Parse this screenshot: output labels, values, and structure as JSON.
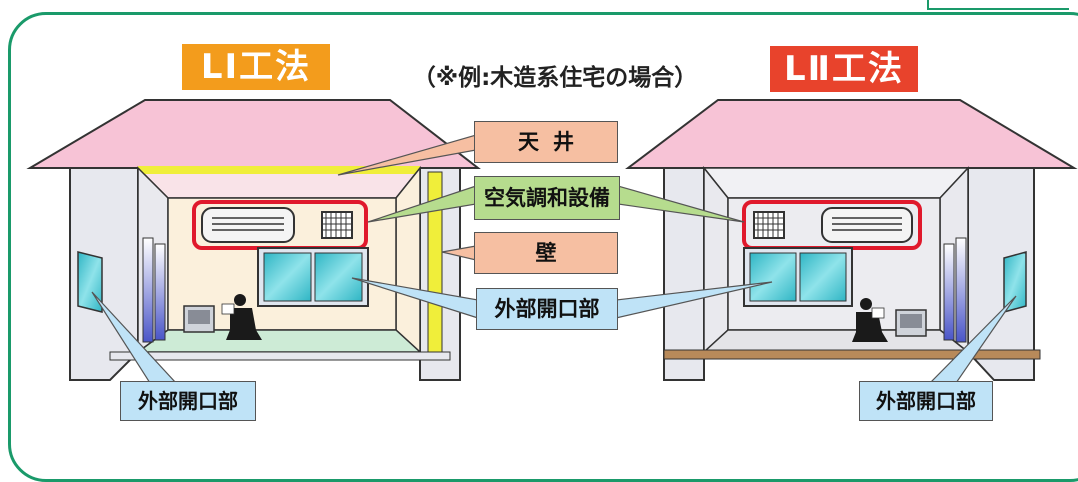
{
  "header": {
    "method_l1": "LⅠ工法",
    "method_l2": "LⅡ工法",
    "example_note": "（※例:木造系住宅の場合）"
  },
  "labels": {
    "ceiling": "天井",
    "air_conditioning": "空気調和設備",
    "wall": "壁",
    "exterior_opening_center": "外部開口部",
    "exterior_opening_left": "外部開口部",
    "exterior_opening_right": "外部開口部"
  },
  "colors": {
    "frame": "#1a9a6a",
    "badge_l1": "#f39c1c",
    "badge_l2": "#e8432c",
    "roof": "#f7c3d6",
    "insulation_highlight": "#f0ee3a",
    "window_glass": "#3ec4cf",
    "label_orange": "#f6bfa2",
    "label_green": "#b6dc8e",
    "label_blue": "#bfe3f7",
    "aircon_outline": "#e0192c"
  }
}
